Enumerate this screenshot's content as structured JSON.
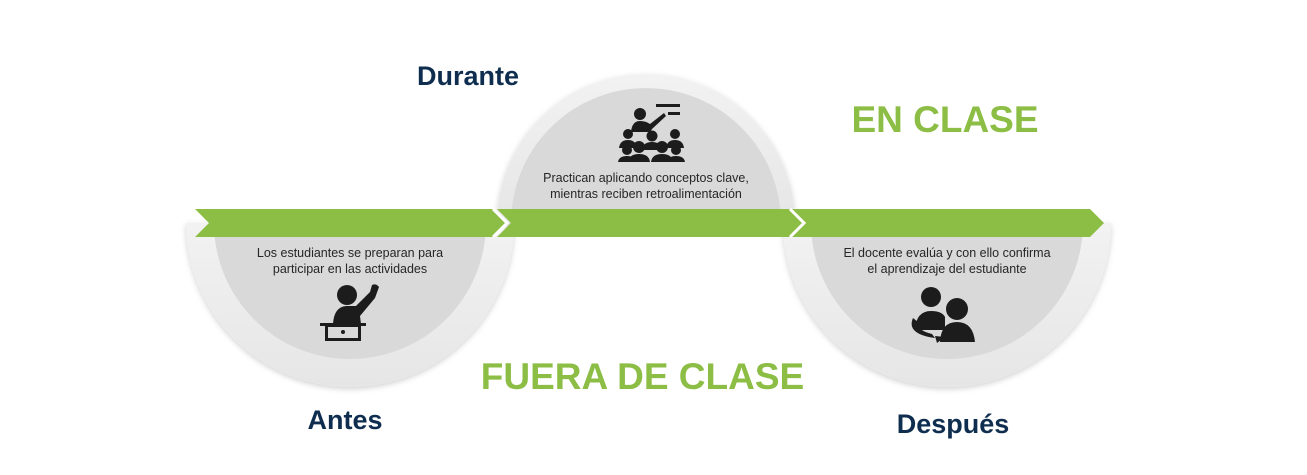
{
  "colors": {
    "arrow_green": "#8cbd45",
    "title_navy": "#0f2e4f",
    "zone_green": "#8cbd45",
    "circle_gray": "#d9d9d9",
    "icon_dark": "#1c1c1c"
  },
  "phases": {
    "antes": {
      "title": "Antes",
      "desc_line1": "Los estudiantes se preparan para",
      "desc_line2": "participar en las actividades",
      "icon": "student-raising-hand-laptop-icon"
    },
    "durante": {
      "title": "Durante",
      "desc_line1": "Practican aplicando conceptos clave,",
      "desc_line2": "mientras reciben retroalimentación",
      "icon": "teacher-presenting-to-group-icon"
    },
    "despues": {
      "title": "Después",
      "desc_line1": "El docente evalúa y con ello confirma",
      "desc_line2": "el aprendizaje del estudiante",
      "icon": "two-people-assessment-icon"
    }
  },
  "zones": {
    "en_clase": "EN CLASE",
    "fuera_de_clase": "FUERA DE CLASE"
  }
}
